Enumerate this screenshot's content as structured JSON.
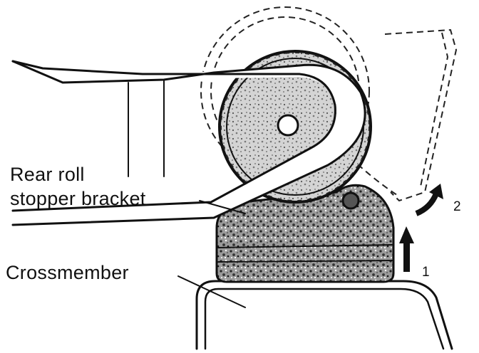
{
  "diagram": {
    "labels": {
      "bracket_line1": "Rear roll",
      "bracket_line2": "stopper bracket",
      "crossmember": "Crossmember",
      "step1": "1",
      "step2": "2"
    },
    "colors": {
      "ink": "#111111",
      "paper": "#ffffff"
    }
  }
}
